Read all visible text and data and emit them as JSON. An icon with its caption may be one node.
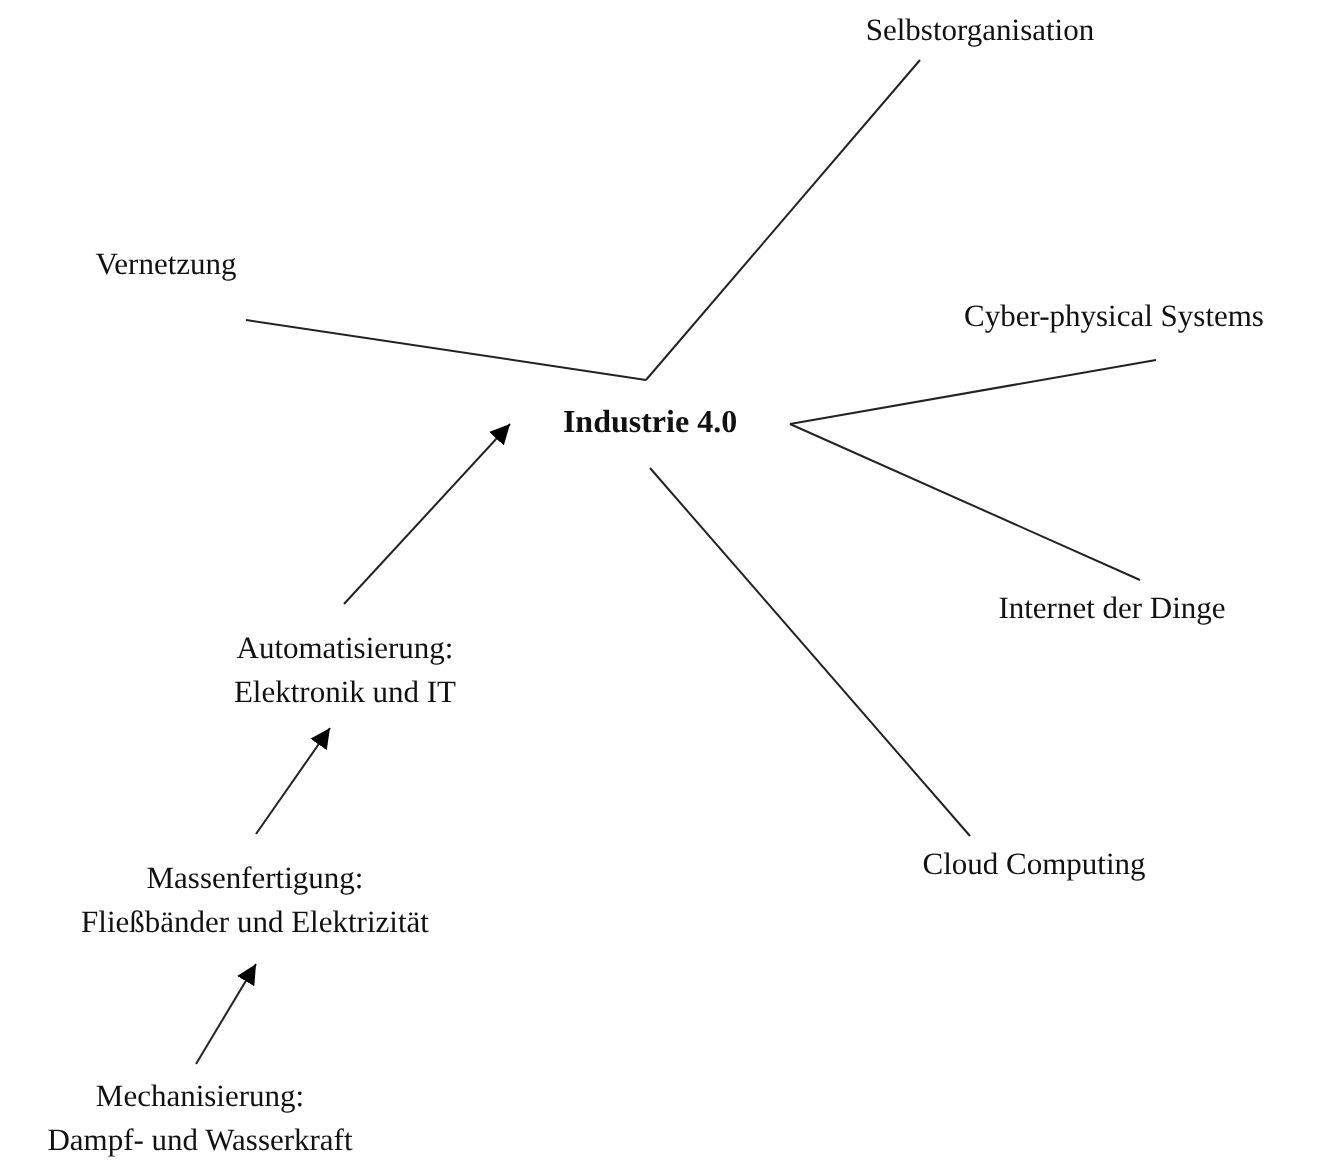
{
  "diagram": {
    "nodes": [
      {
        "text": [
          "Industrie 4.0"
        ]
      },
      {
        "text": [
          "Vernetzung"
        ]
      },
      {
        "text": [
          "Selbstorganisation"
        ]
      },
      {
        "text": [
          "Cyber-physical Systems"
        ]
      },
      {
        "text": [
          "Internet der Dinge"
        ]
      },
      {
        "text": [
          "Cloud Computing"
        ]
      },
      {
        "text": [
          "Automatisierung:",
          "Elektronik und IT"
        ]
      },
      {
        "text": [
          "Massenfertigung:",
          "Fließbänder und Elektrizität"
        ]
      },
      {
        "text": [
          "Mechanisierung:",
          "Dampf- und Wasserkraft"
        ]
      }
    ],
    "edges": [
      {
        "from": 6,
        "to": 0,
        "arrow": "to"
      },
      {
        "from": 7,
        "to": 6,
        "arrow": "to"
      },
      {
        "from": 8,
        "to": 7,
        "arrow": "to"
      },
      {
        "from": 0,
        "to": 1,
        "arrow": "none"
      },
      {
        "from": 0,
        "to": 2,
        "arrow": "none"
      },
      {
        "from": 0,
        "to": 3,
        "arrow": "none"
      },
      {
        "from": 0,
        "to": 4,
        "arrow": "none"
      },
      {
        "from": 0,
        "to": 5,
        "arrow": "none"
      }
    ]
  }
}
